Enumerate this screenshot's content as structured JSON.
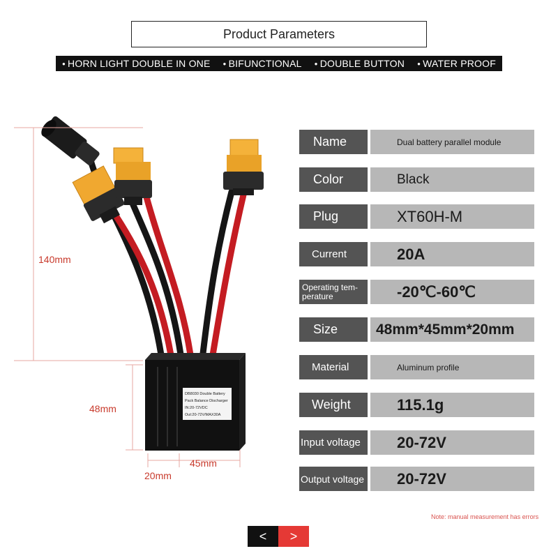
{
  "header": {
    "title": "Product Parameters"
  },
  "features": [
    "HORN LIGHT DOUBLE IN ONE",
    "BIFUNCTIONAL",
    "DOUBLE BUTTON",
    "WATER PROOF"
  ],
  "dimensions": {
    "height_total": "140mm",
    "height_body": "48mm",
    "depth": "20mm",
    "width": "45mm"
  },
  "module_label": [
    "DB8030 Double Battery",
    "Pack Balance Discharger",
    "IN:20-72VDC",
    "Out:20-72V/MAX30A"
  ],
  "params": [
    {
      "label": "Name",
      "value": "Dual battery parallel module"
    },
    {
      "label": "Color",
      "value": "Black"
    },
    {
      "label": "Plug",
      "value": "XT60H-M"
    },
    {
      "label": "Current",
      "value": "20A"
    },
    {
      "label": "Operating tem-perature",
      "value": "-20℃-60℃"
    },
    {
      "label": "Size",
      "value": "48mm*45mm*20mm"
    },
    {
      "label": "Material",
      "value": "Aluminum profile"
    },
    {
      "label": "Weight",
      "value": "115.1g"
    },
    {
      "label": "Input voltage",
      "value": "20-72V"
    },
    {
      "label": "Output voltage",
      "value": "20-72V"
    }
  ],
  "note": "Note: manual measurement has errors",
  "nav": {
    "prev": "<",
    "next": ">"
  },
  "colors": {
    "accent": "#e53935",
    "label_bg": "#545454",
    "value_bg": "#b7b7b7",
    "dim": "#c83a2c"
  }
}
